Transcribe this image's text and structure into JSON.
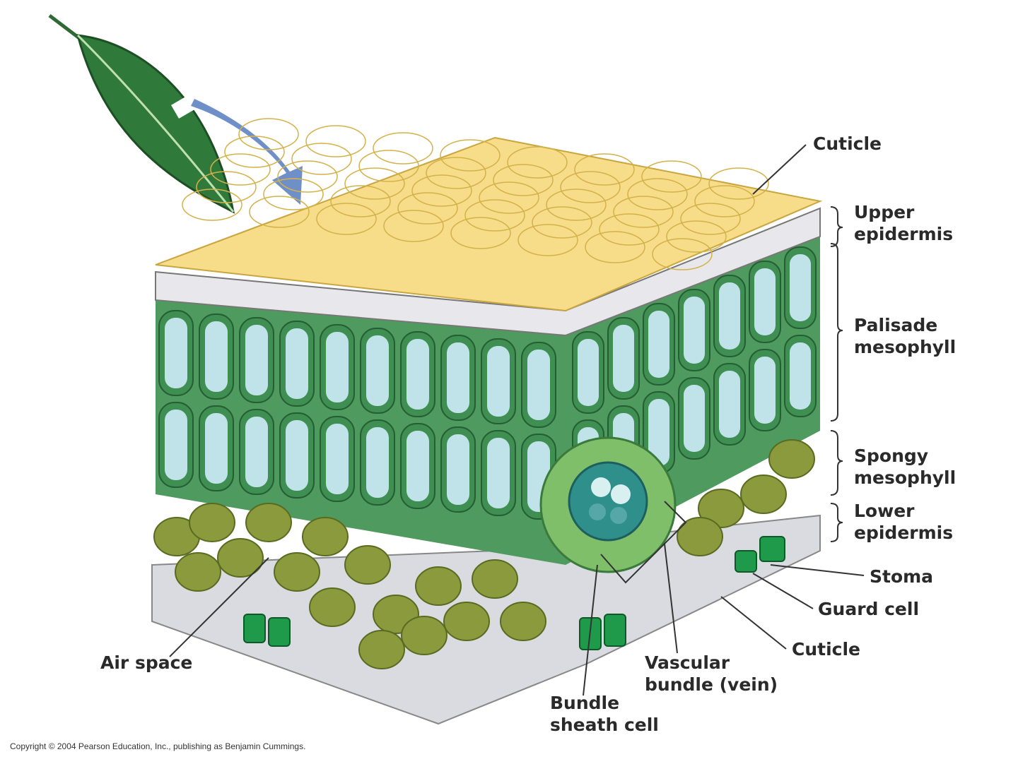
{
  "labels": {
    "cuticle_top": "Cuticle",
    "upper_epidermis": [
      "Upper",
      "epidermis"
    ],
    "palisade_mesophyll": [
      "Palisade",
      "mesophyll"
    ],
    "spongy_mesophyll": [
      "Spongy",
      "mesophyll"
    ],
    "lower_epidermis": [
      "Lower",
      "epidermis"
    ],
    "stoma": "Stoma",
    "guard_cell": "Guard cell",
    "cuticle_bottom": "Cuticle",
    "air_space": "Air space",
    "vascular_bundle": [
      "Vascular",
      "bundle (vein)"
    ],
    "bundle_sheath_cell": [
      "Bundle",
      "sheath cell"
    ]
  },
  "copyright": "Copyright © 2004 Pearson Education, Inc., publishing as Benjamin Cummings.",
  "colors": {
    "cuticle": "#f7dc8a",
    "epidermis": "#e8e8ec",
    "palisade": "#3f8f52",
    "cell_interior": "#bfe3e8",
    "spongy": "#8a9a3c",
    "arrow": "#6f8fc8",
    "guard_cell": "#1f9a4a"
  }
}
